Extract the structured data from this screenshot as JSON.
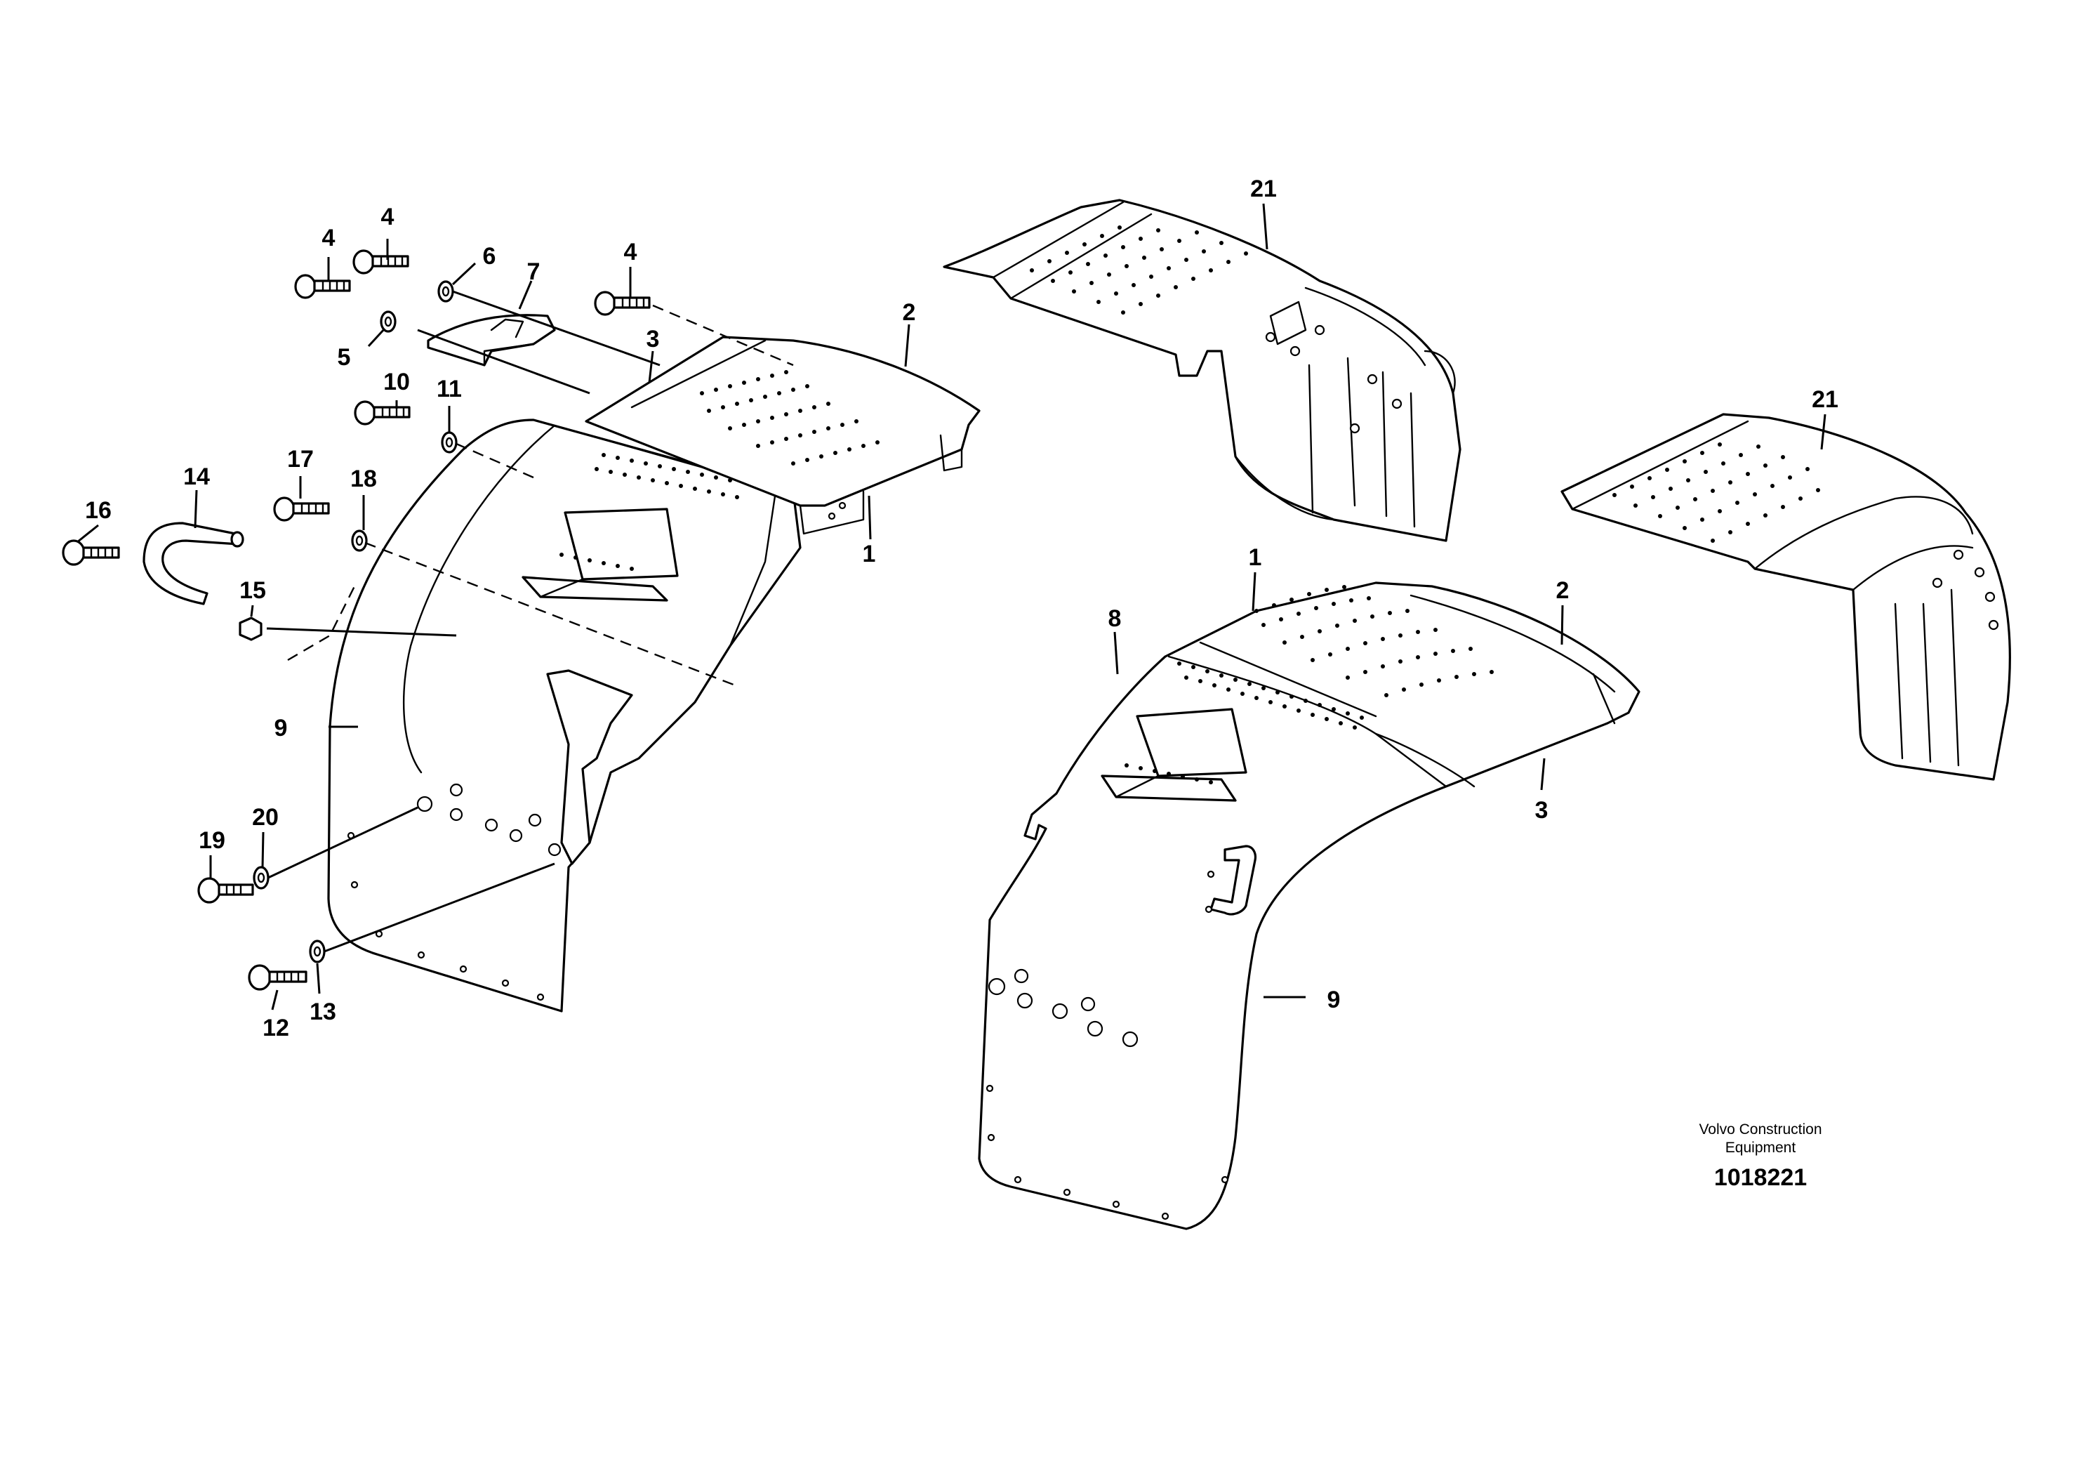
{
  "callouts": {
    "c1": "1",
    "c2": "2",
    "c3": "3",
    "c4a": "4",
    "c4b": "4",
    "c4c": "4",
    "c5": "5",
    "c6": "6",
    "c7": "7",
    "c9": "9",
    "c10": "10",
    "c11": "11",
    "c12": "12",
    "c13": "13",
    "c14": "14",
    "c15": "15",
    "c16": "16",
    "c17": "17",
    "c18": "18",
    "c19": "19",
    "c20": "20",
    "c21a": "21",
    "c21b": "21",
    "r1": "1",
    "r2": "2",
    "r3": "3",
    "r8": "8",
    "r9": "9"
  },
  "caption": {
    "line1": "Volvo Construction",
    "line2": "Equipment",
    "doc_number": "1018221"
  }
}
